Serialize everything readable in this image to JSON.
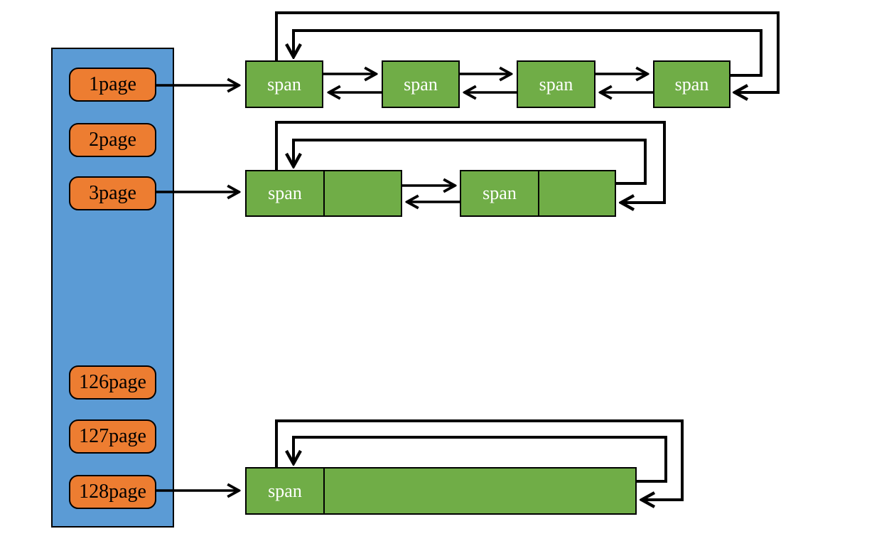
{
  "page_list": {
    "items": [
      {
        "label": "1page"
      },
      {
        "label": "2page"
      },
      {
        "label": "3page"
      },
      {
        "label": "126page"
      },
      {
        "label": "127page"
      },
      {
        "label": "128page"
      }
    ]
  },
  "span_rows": {
    "row1": {
      "nodes": [
        {
          "label": "span"
        },
        {
          "label": "span"
        },
        {
          "label": "span"
        },
        {
          "label": "span"
        }
      ]
    },
    "row2": {
      "nodes": [
        {
          "label": "span"
        },
        {
          "label": "span"
        }
      ]
    },
    "row3": {
      "nodes": [
        {
          "label": "span"
        }
      ]
    }
  },
  "colors": {
    "bucket_fill": "#5B9BD5",
    "page_fill": "#ED7D31",
    "span_fill": "#70AD47",
    "span_text": "#FFFFFF",
    "page_text": "#000000",
    "line": "#000000",
    "background": "#FFFFFF"
  }
}
